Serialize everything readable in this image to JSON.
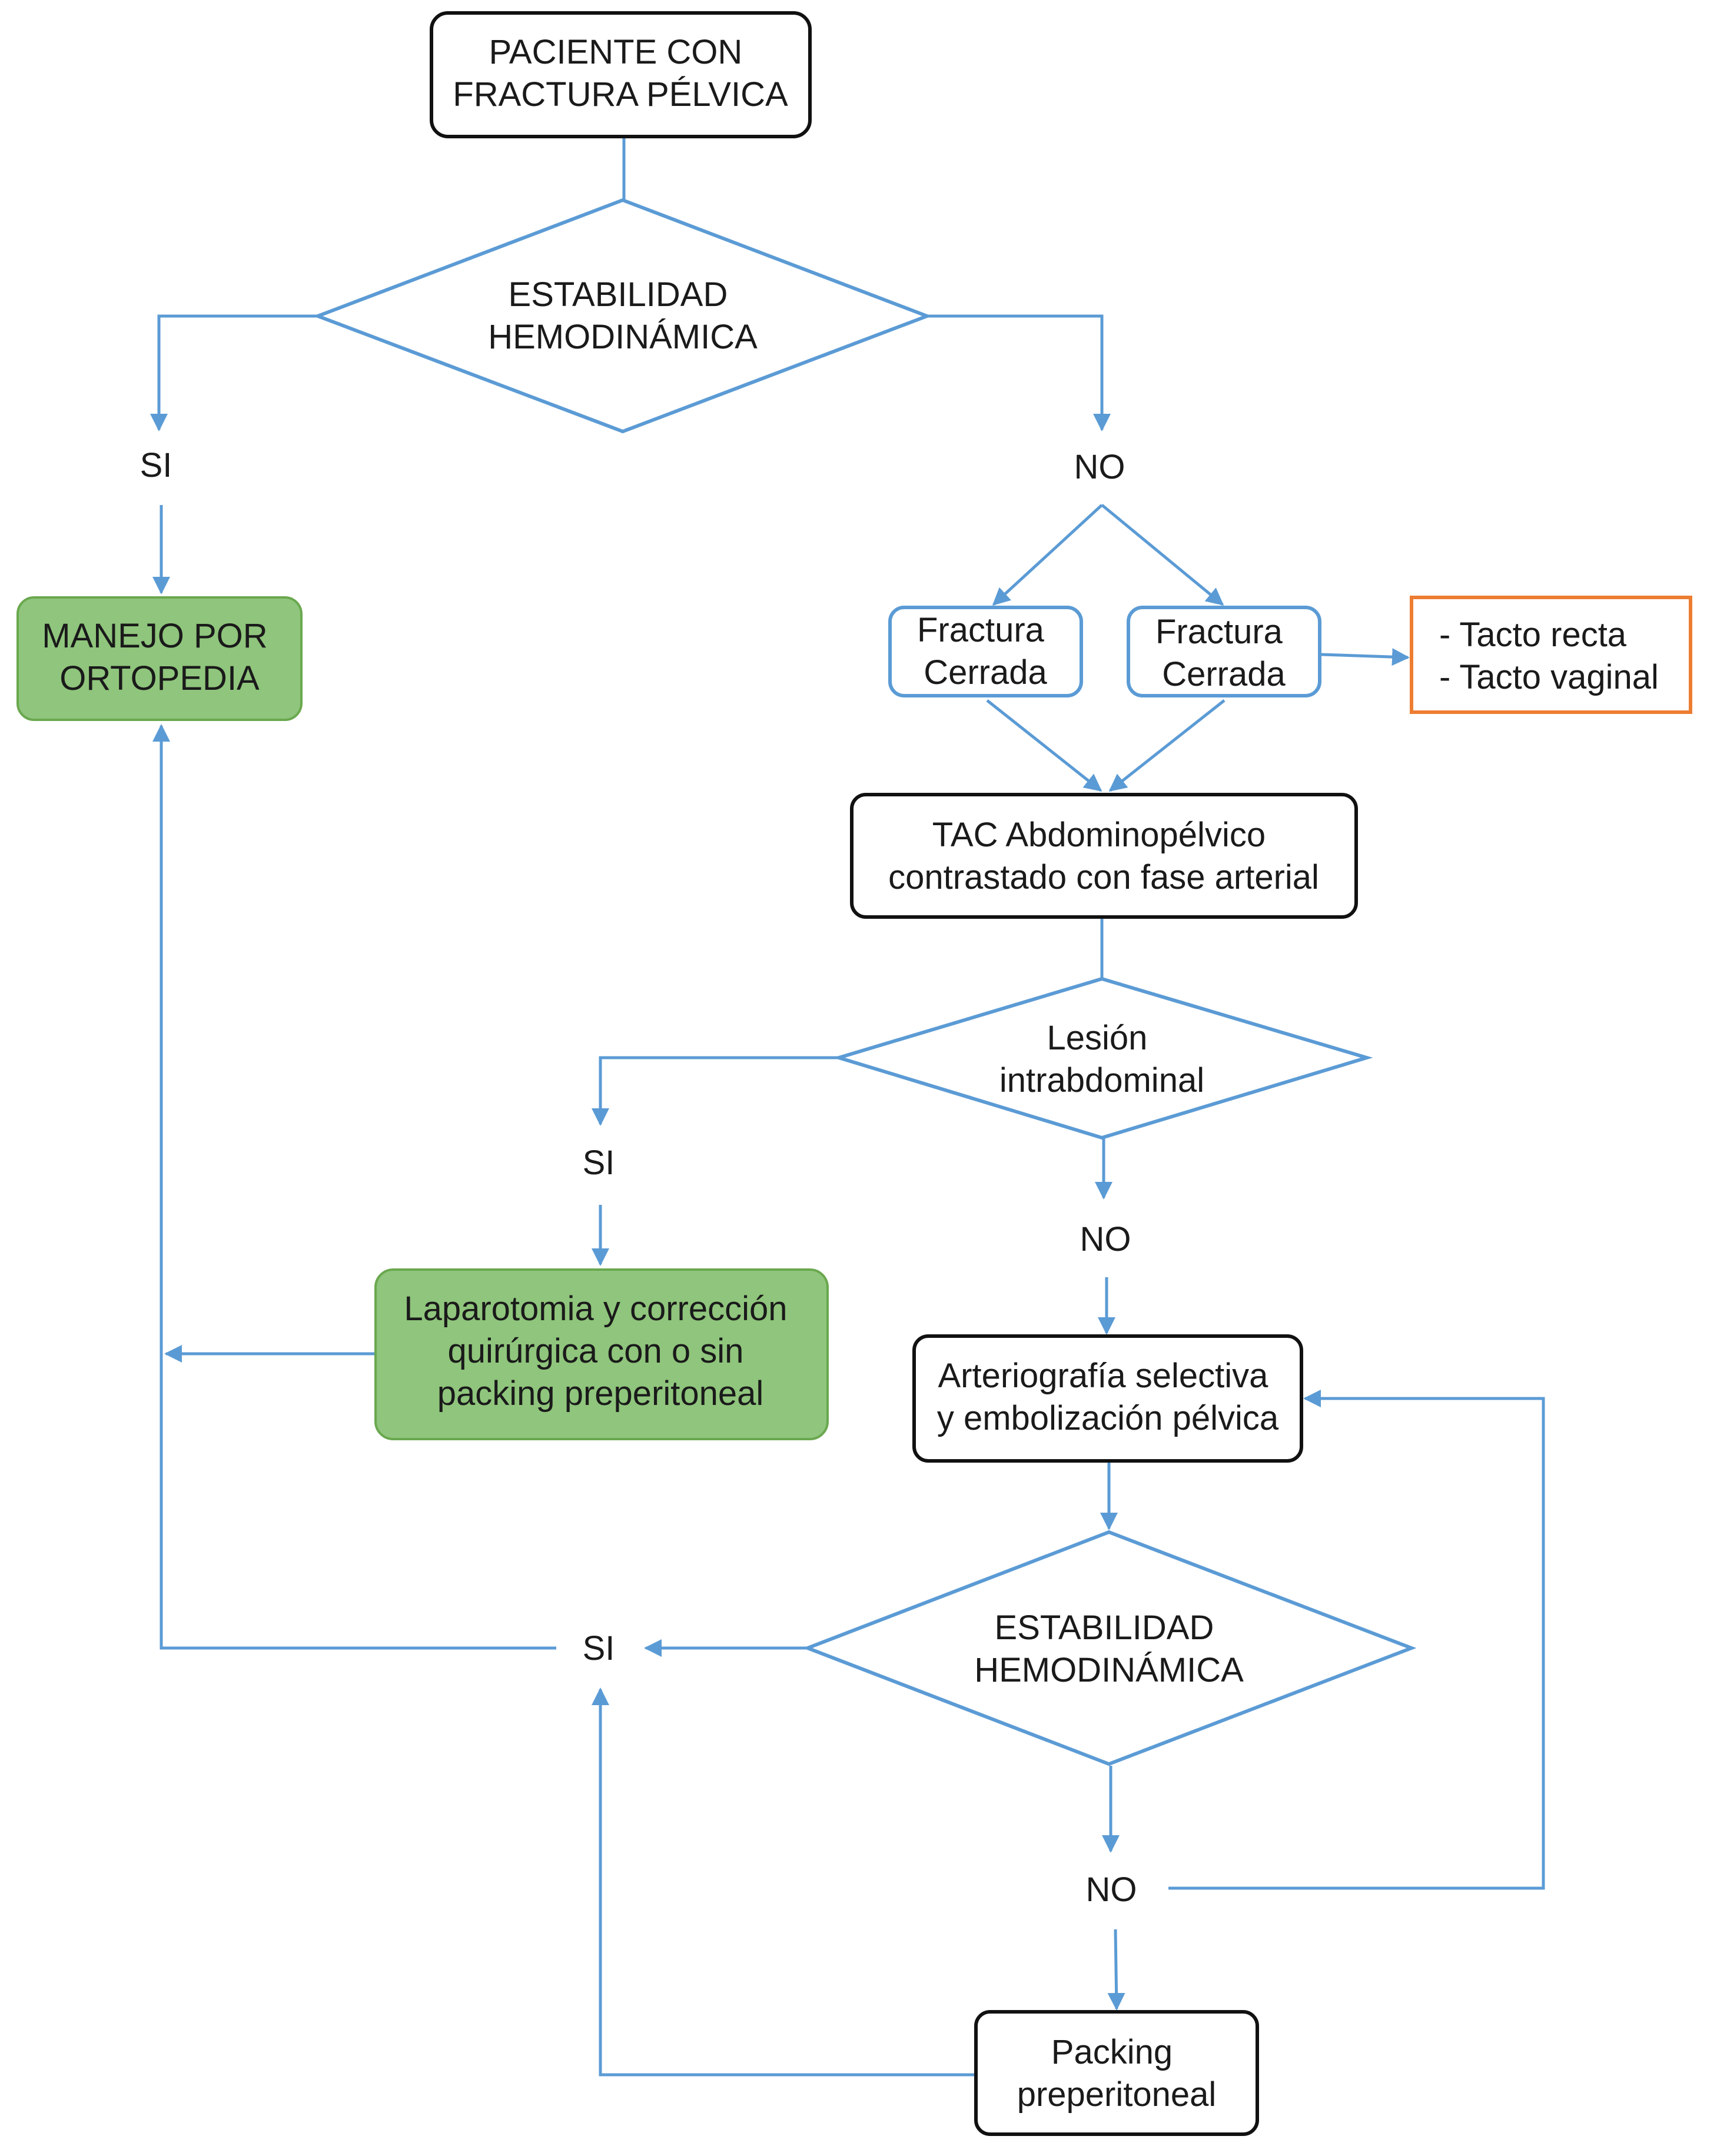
{
  "colors": {
    "line": "#5b9bd5",
    "box_border": "#111111",
    "green_fill": "#8fc57c",
    "green_border": "#6aa84f",
    "orange_border": "#ed7d31",
    "text": "#1a1a1a"
  },
  "nodes": {
    "start": [
      "PACIENTE CON",
      "FRACTURA PÉLVICA"
    ],
    "decision1": [
      "ESTABILIDAD",
      "HEMODINÁMICA"
    ],
    "yes1": "SI",
    "no1": "NO",
    "ortho": [
      "MANEJO POR",
      "ORTOPEDIA"
    ],
    "fracture_a": [
      "Fractura",
      "Cerrada"
    ],
    "fracture_b": [
      "Fractura",
      "Cerrada"
    ],
    "exams": [
      "- Tacto recta",
      "- Tacto vaginal"
    ],
    "tac": [
      "TAC Abdominopélvico",
      "contrastado con fase arterial"
    ],
    "decision2": [
      "Lesión",
      "intrabdominal"
    ],
    "yes2": "SI",
    "no2": "NO",
    "laparotomy": [
      "Laparotomia y corrección",
      "quirúrgica con o sin",
      "packing preperitoneal"
    ],
    "arterio": [
      "Arteriografía selectiva",
      "y embolización pélvica"
    ],
    "decision3": [
      "ESTABILIDAD",
      "HEMODINÁMICA"
    ],
    "yes3": "SI",
    "no3": "NO",
    "packing": [
      "Packing",
      "preperitoneal"
    ]
  }
}
